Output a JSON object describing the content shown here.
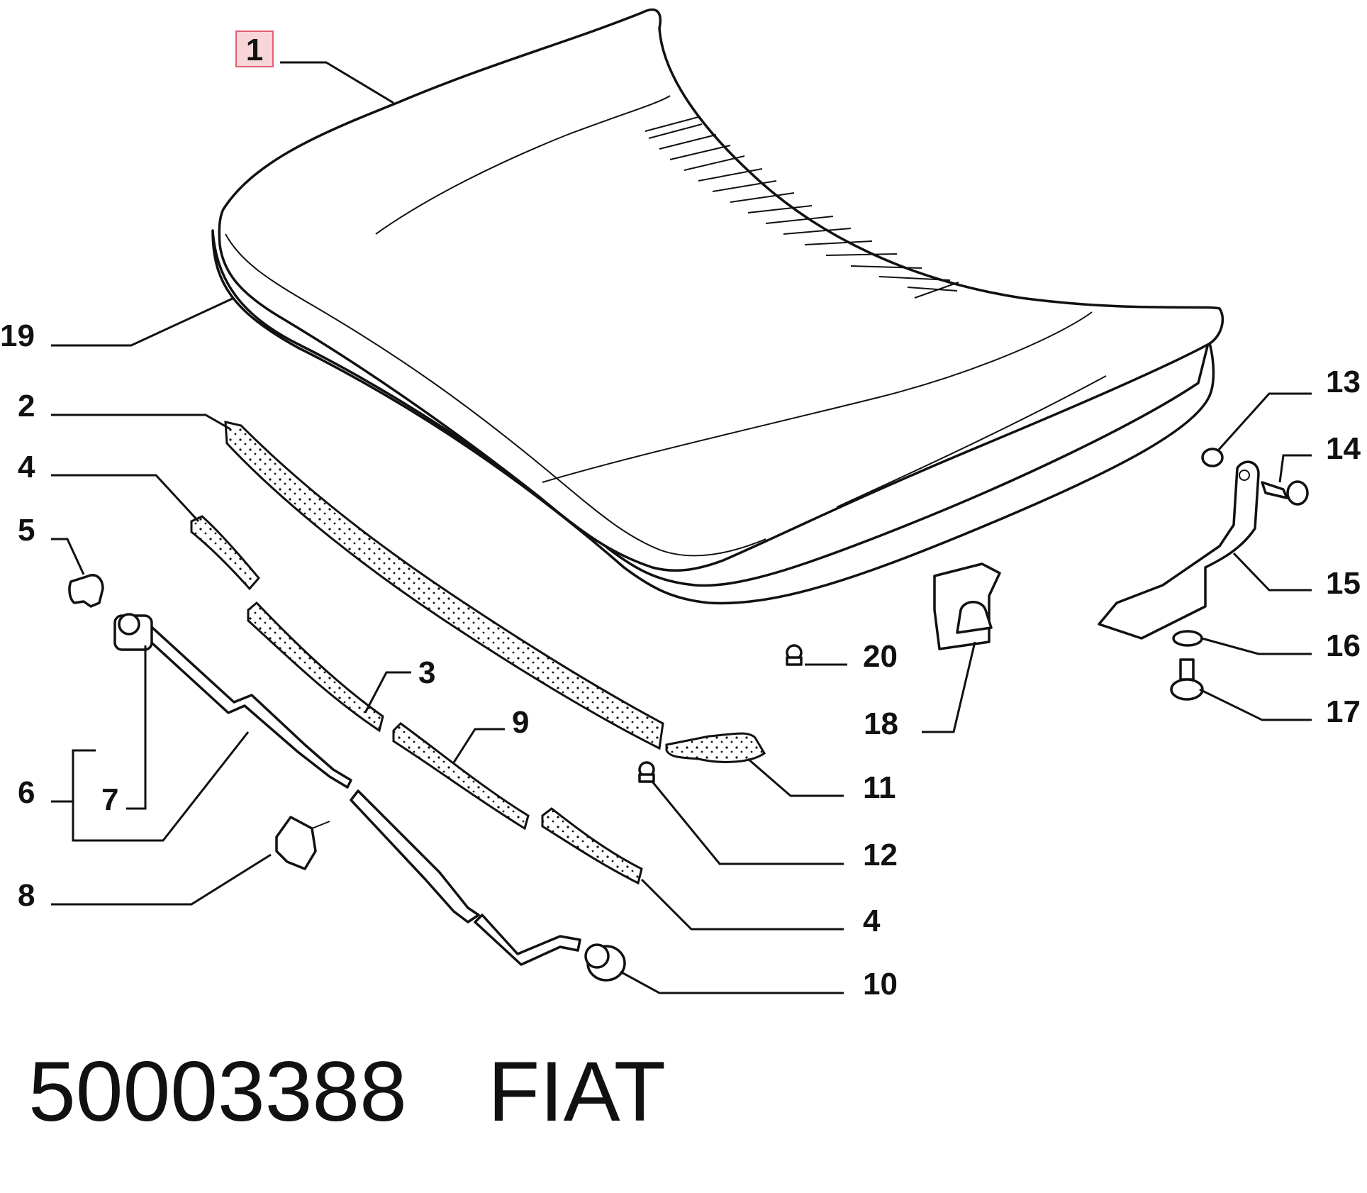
{
  "diagram": {
    "part_number": "50003388",
    "brand": "FIAT",
    "highlighted_callout": "1",
    "callouts": {
      "c1": "1",
      "c19": "19",
      "c2": "2",
      "c4a": "4",
      "c5": "5",
      "c6": "6",
      "c7": "7",
      "c8": "8",
      "c3": "3",
      "c9": "9",
      "c11": "11",
      "c12": "12",
      "c4b": "4",
      "c10": "10",
      "c13": "13",
      "c14": "14",
      "c15": "15",
      "c16": "16",
      "c17": "17",
      "c18": "18",
      "c20": "20"
    },
    "colors": {
      "line": "#111111",
      "highlight_fill": "#f7d5d8",
      "highlight_border": "#e06070"
    }
  }
}
